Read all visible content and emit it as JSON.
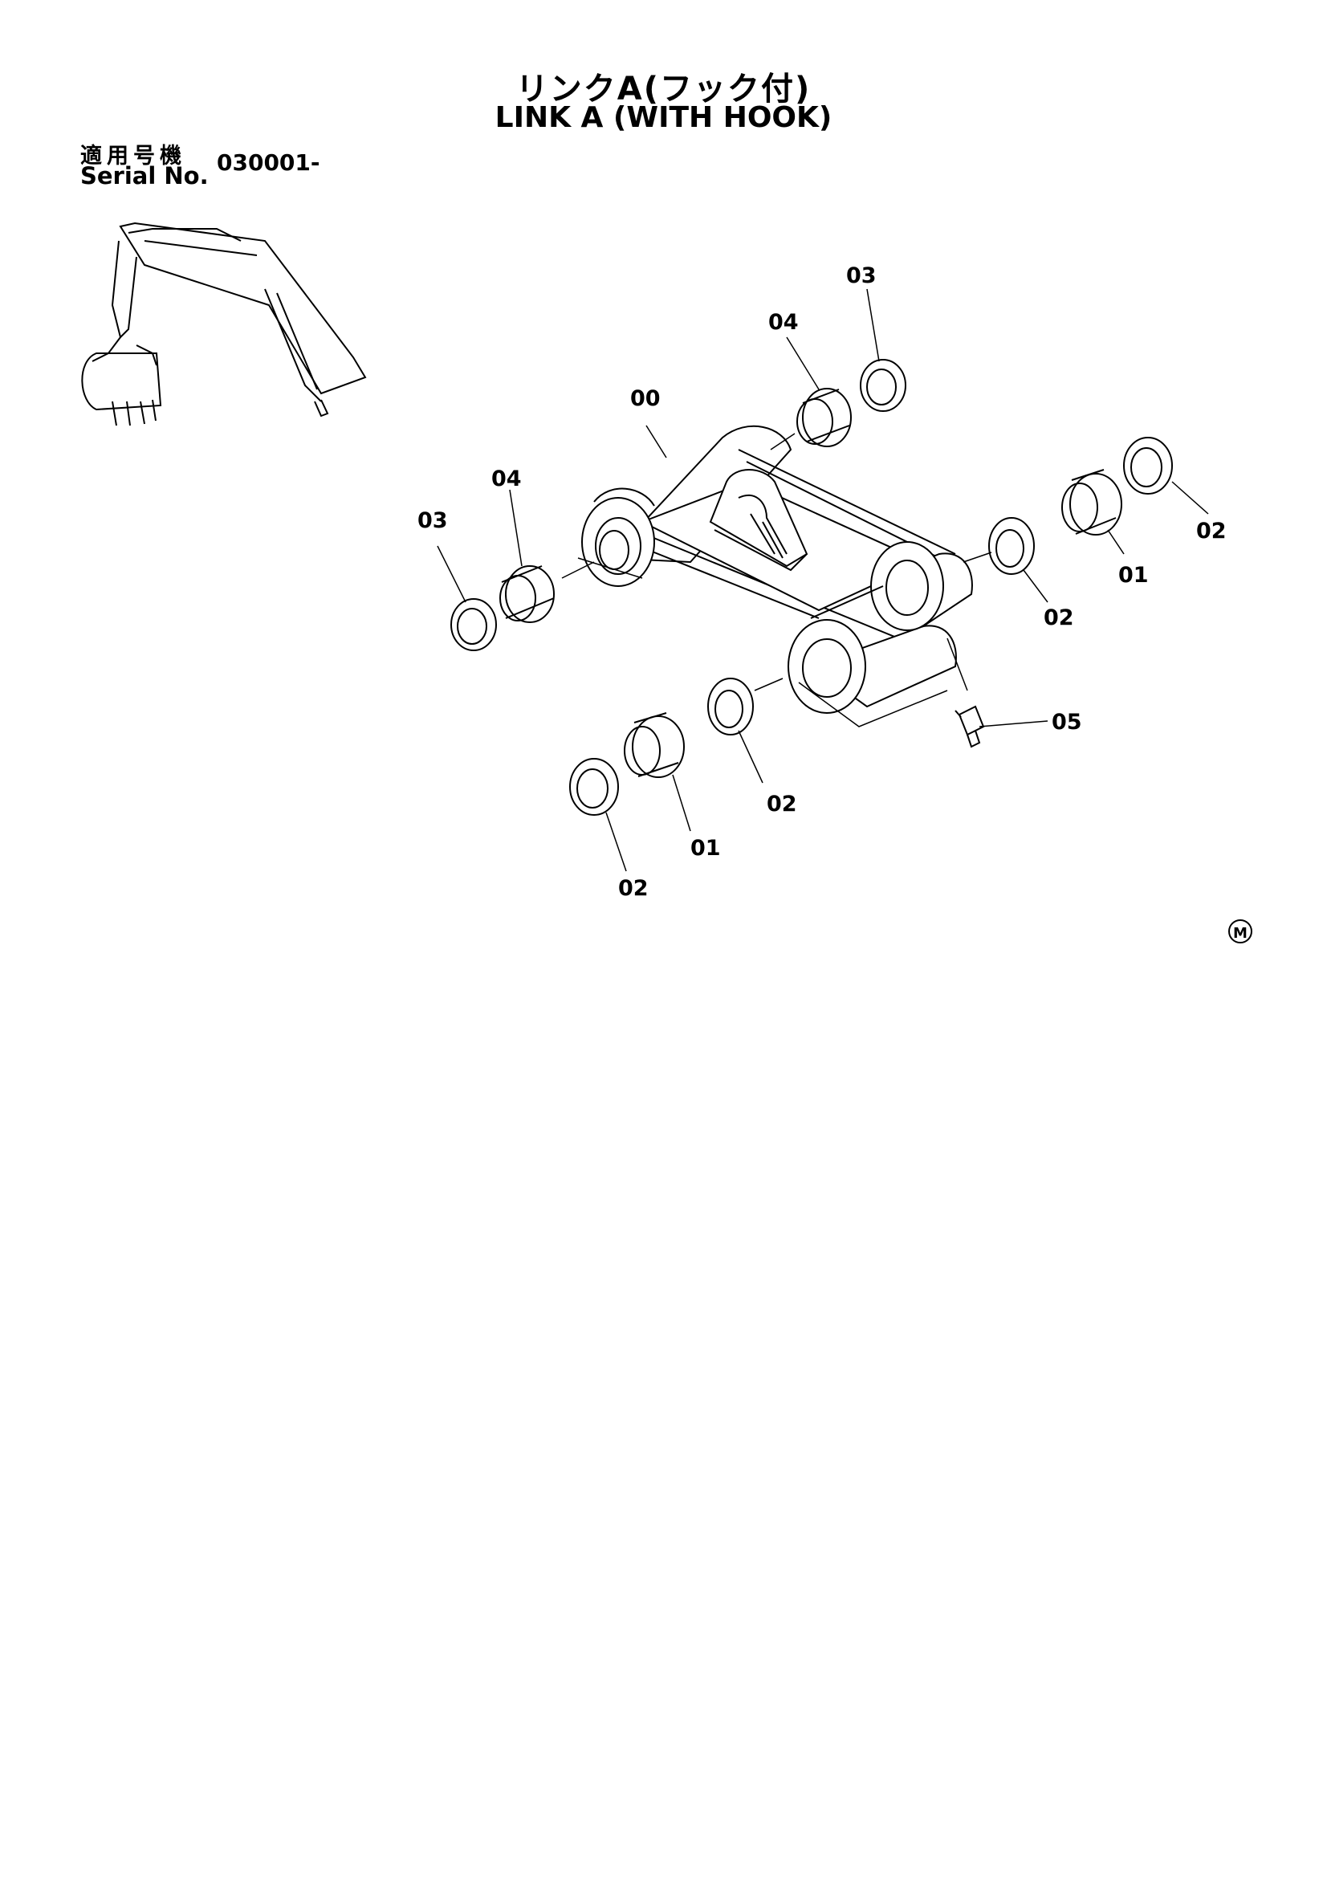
{
  "title": {
    "jp": "リンクA(フック付)",
    "en": "LINK A (WITH HOOK)"
  },
  "serial": {
    "label_jp": "適用号機",
    "label_en": "Serial No.",
    "value": "030001-"
  },
  "callouts": {
    "c00": "00",
    "c01_left": "01",
    "c01_right": "01",
    "c02_bottom": "02",
    "c02_mid": "02",
    "c02_right_low": "02",
    "c02_right": "02",
    "c03_left": "03",
    "c03_top": "03",
    "c04_left": "04",
    "c04_top": "04",
    "c05": "05"
  },
  "mark": "M",
  "icons": [
    "excavator-arm-icon",
    "link-a-assembly-icon",
    "bushing-icon",
    "seal-ring-icon",
    "grease-nipple-icon"
  ]
}
